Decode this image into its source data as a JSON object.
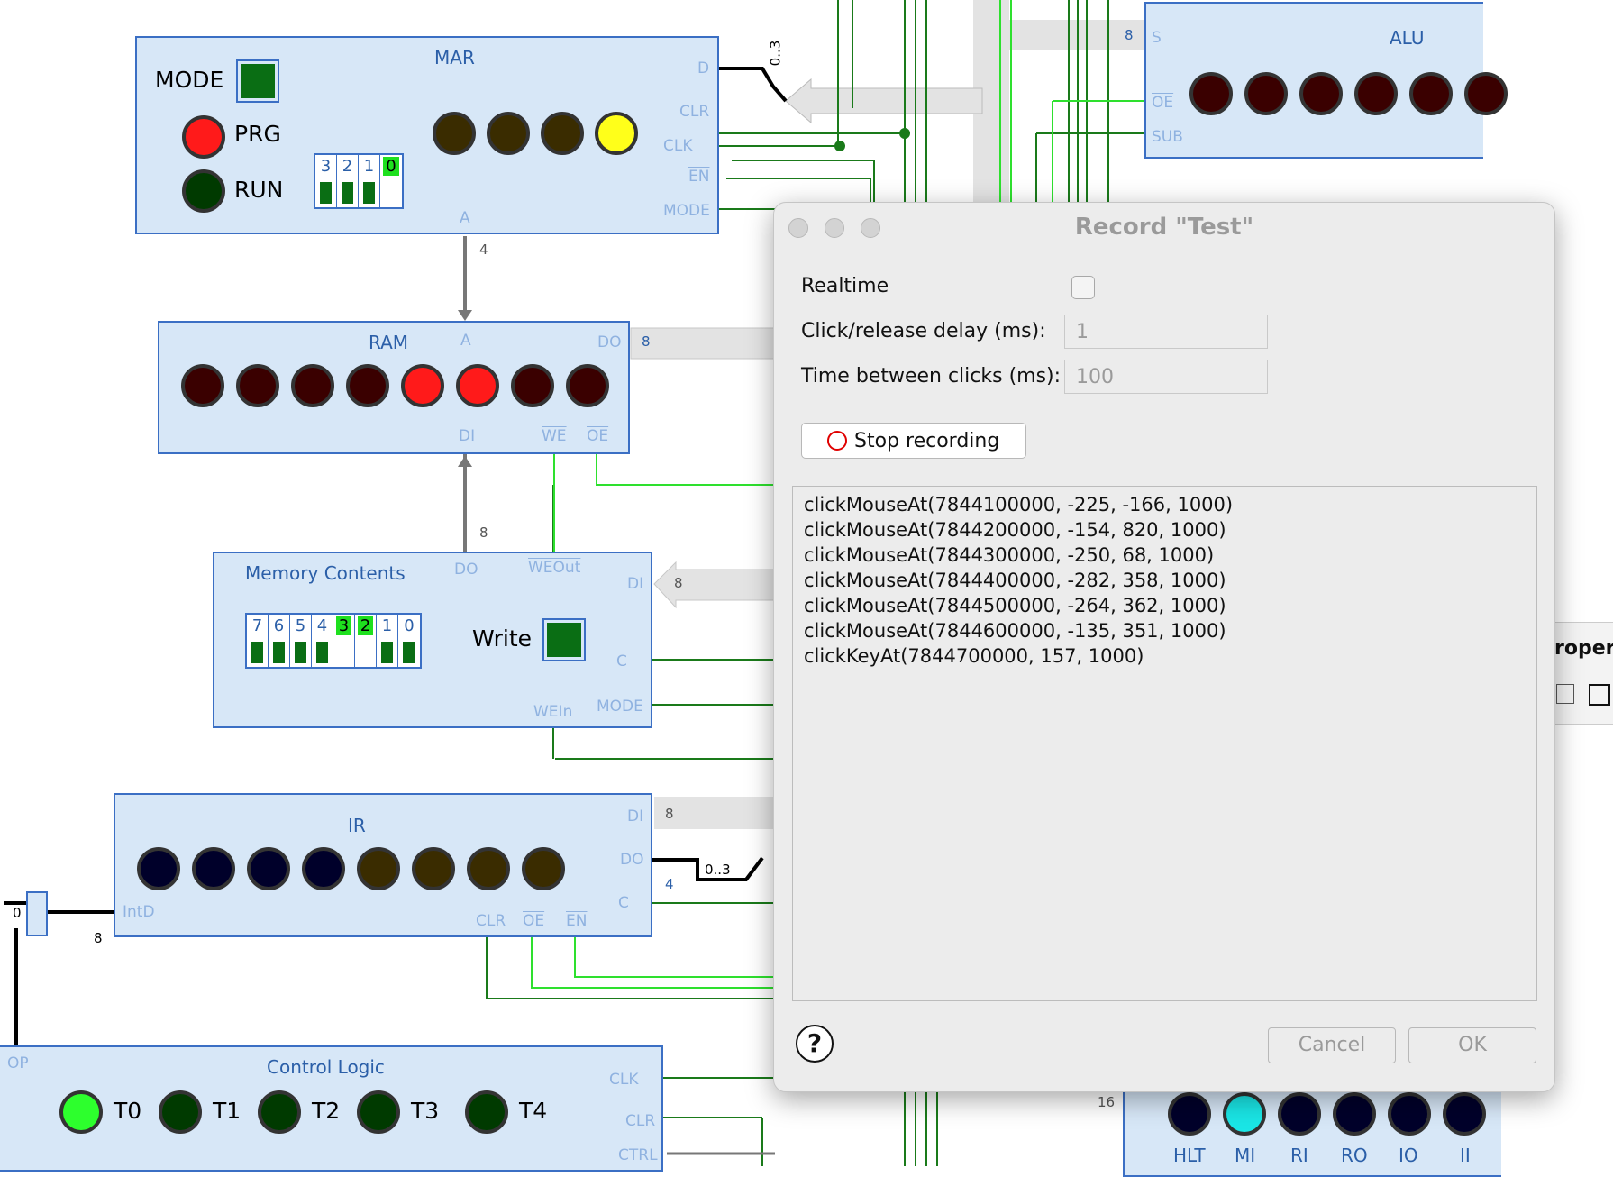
{
  "mar": {
    "title": "MAR",
    "mode_label": "MODE",
    "prg_label": "PRG",
    "run_label": "RUN",
    "dip": [
      "3",
      "2",
      "1",
      "0"
    ],
    "dip_on": [
      false,
      false,
      false,
      true
    ],
    "pins": {
      "d": "D",
      "clr": "CLR",
      "clk": "CLK",
      "en": "EN",
      "mode": "MODE",
      "a": "A"
    }
  },
  "ram": {
    "title": "RAM",
    "pins": {
      "a": "A",
      "do": "DO",
      "di": "DI",
      "we": "WE",
      "oe": "OE"
    }
  },
  "memory_contents": {
    "title": "Memory Contents",
    "write_label": "Write",
    "dip": [
      "7",
      "6",
      "5",
      "4",
      "3",
      "2",
      "1",
      "0"
    ],
    "dip_on": [
      false,
      false,
      false,
      false,
      true,
      true,
      false,
      false
    ],
    "pins": {
      "do": "DO",
      "weout": "WEOut",
      "di": "DI",
      "c": "C",
      "mode": "MODE",
      "wein": "WEIn"
    }
  },
  "ir": {
    "title": "IR",
    "pins": {
      "di": "DI",
      "do": "DO",
      "c": "C",
      "intd": "IntD",
      "clr": "CLR",
      "oe": "OE",
      "en": "EN"
    }
  },
  "alu": {
    "title": "ALU",
    "pins": {
      "s": "S",
      "oe": "OE",
      "sub": "SUB"
    }
  },
  "control_logic": {
    "title": "Control Logic",
    "pins": {
      "op": "OP",
      "clk": "CLK",
      "clr": "CLR",
      "ctrl": "CTRL"
    },
    "t_labels": [
      "T0",
      "T1",
      "T2",
      "T3",
      "T4"
    ]
  },
  "bottom_right": {
    "labels": [
      "HLT",
      "MI",
      "RI",
      "RO",
      "IO",
      "II"
    ],
    "bus_width": "16"
  },
  "wire_labels": {
    "mar_split": "0..3",
    "mar_a_width": "4",
    "ram_do_width": "8",
    "ram_di_width": "8",
    "mem_di_width": "8",
    "ir_di_width": "8",
    "ir_split": "0..3",
    "ir_do_width": "4",
    "ir_intd_width": "8",
    "alu_s_width": "8",
    "ir_const": "0",
    "ir_const2": "4"
  },
  "side_panel": {
    "title": "ropert"
  },
  "dialog": {
    "title": "Record \"Test\"",
    "realtime_label": "Realtime",
    "realtime_checked": false,
    "click_delay_label": "Click/release delay (ms):",
    "click_delay_value": "1",
    "time_between_label": "Time between clicks (ms):",
    "time_between_value": "100",
    "stop_label": "Stop recording",
    "log_lines": [
      "clickMouseAt(7844100000, -225, -166, 1000)",
      "clickMouseAt(7844200000, -154, 820, 1000)",
      "clickMouseAt(7844300000, -250, 68, 1000)",
      "clickMouseAt(7844400000, -282, 358, 1000)",
      "clickMouseAt(7844500000, -264, 362, 1000)",
      "clickMouseAt(7844600000, -135, 351, 1000)",
      "clickKeyAt(7844700000, 157, 1000)"
    ],
    "help_label": "?",
    "cancel_label": "Cancel",
    "ok_label": "OK"
  },
  "colors": {
    "component_bg": "#d7e7f7",
    "component_border": "#3b6fc4",
    "wire_green": "#1a7a1a",
    "wire_bright": "#2ee02e",
    "led_red_on": "#ff1a1a",
    "led_red_off": "#3a0000",
    "led_yellow_on": "#ffff1a",
    "led_yellow_off": "#3a2c00",
    "led_blue_off": "#00002a",
    "led_green_on": "#2dff2d",
    "led_green_off": "#003a00",
    "led_cyan_on": "#1ae6e6"
  }
}
